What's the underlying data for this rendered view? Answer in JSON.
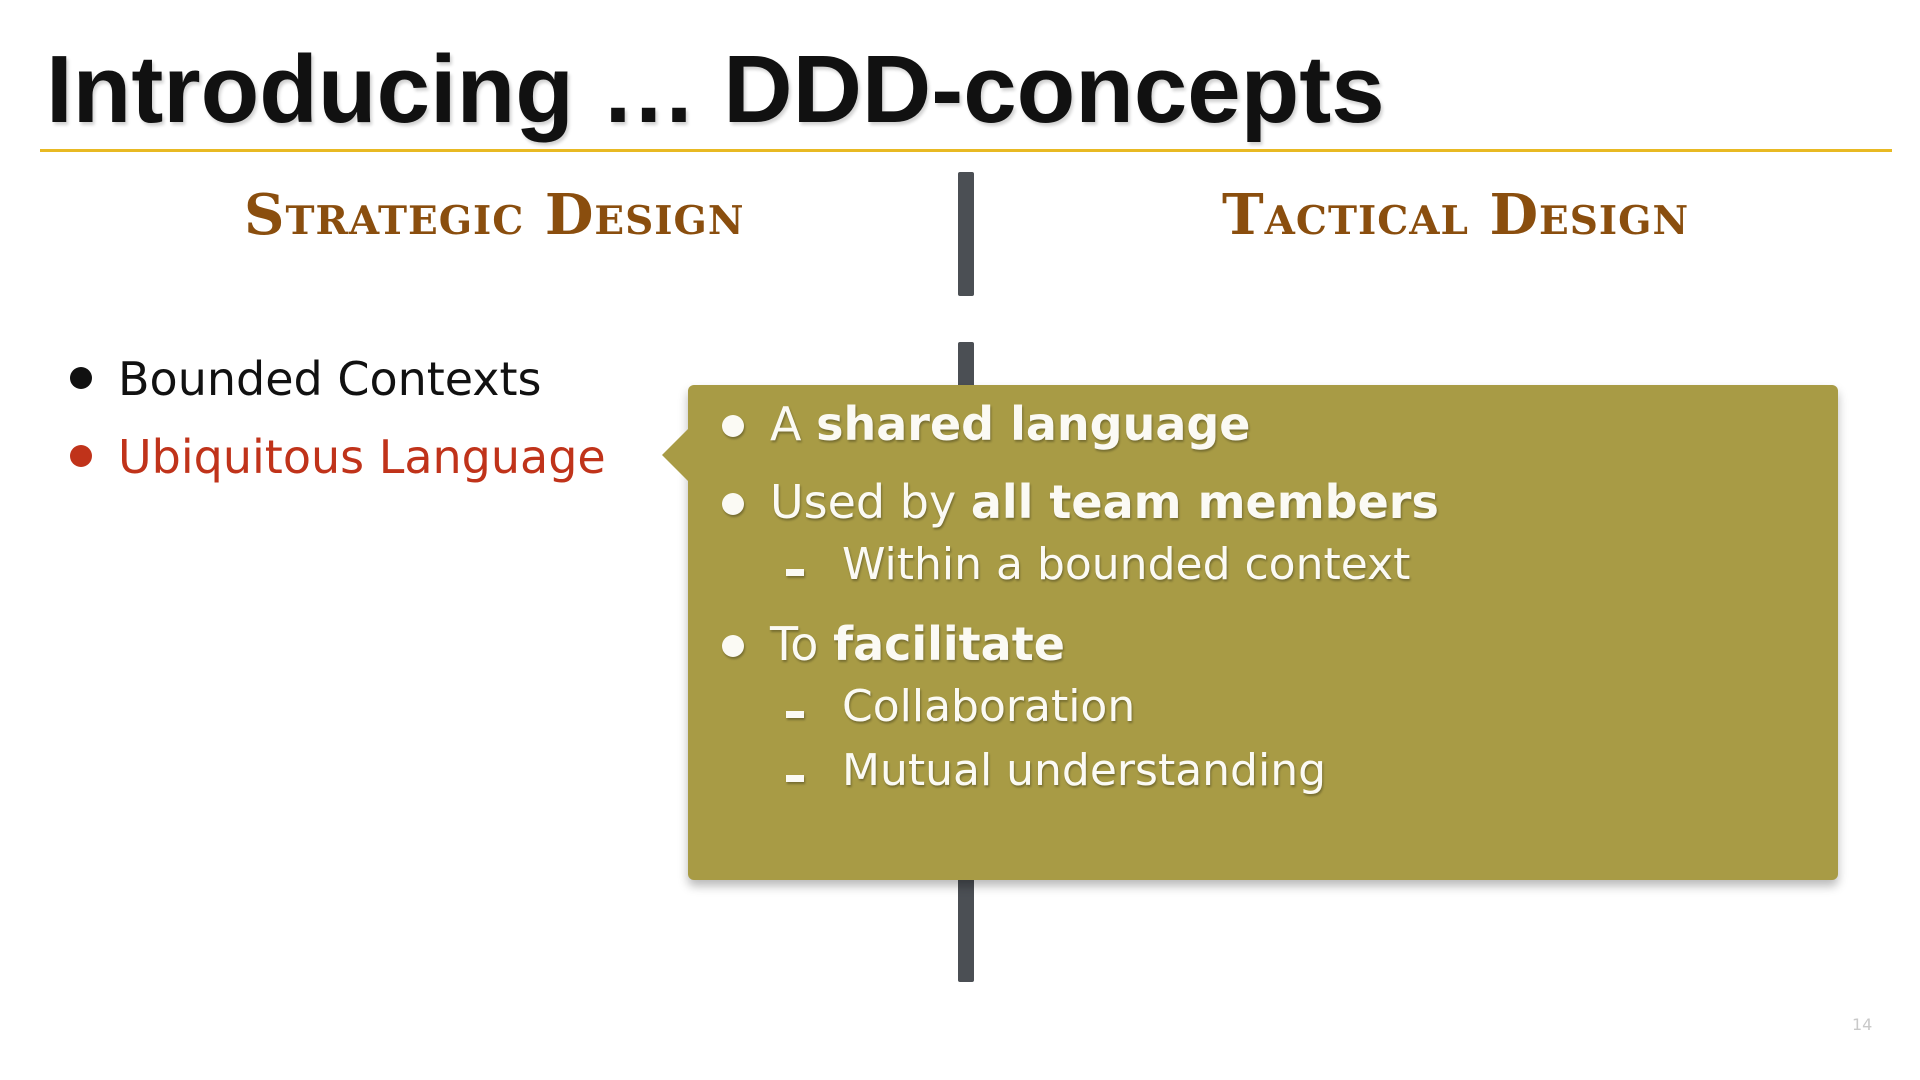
{
  "slide": {
    "title": "Introducing … DDD-concepts",
    "page_number": "14"
  },
  "columns": {
    "left_heading": "Strategic Design",
    "right_heading": "Tactical Design"
  },
  "strategic_items": [
    {
      "label": "Bounded Contexts",
      "color": "#111111"
    },
    {
      "label": "Ubiquitous Language",
      "color": "#c0331a"
    }
  ],
  "callout": {
    "background": "#a89b45",
    "points": [
      {
        "plain": "A ",
        "bold": "shared language"
      },
      {
        "plain": "Used by ",
        "bold": "all team members",
        "subpoints": [
          "Within a bounded context"
        ]
      },
      {
        "plain": "To ",
        "bold": "facilitate",
        "subpoints": [
          "Collaboration",
          "Mutual understanding"
        ]
      }
    ]
  },
  "colors": {
    "heading": "#8a4e0e",
    "title_rule": "#e8b923",
    "divider": "#4b4f54",
    "highlight": "#c0331a"
  }
}
